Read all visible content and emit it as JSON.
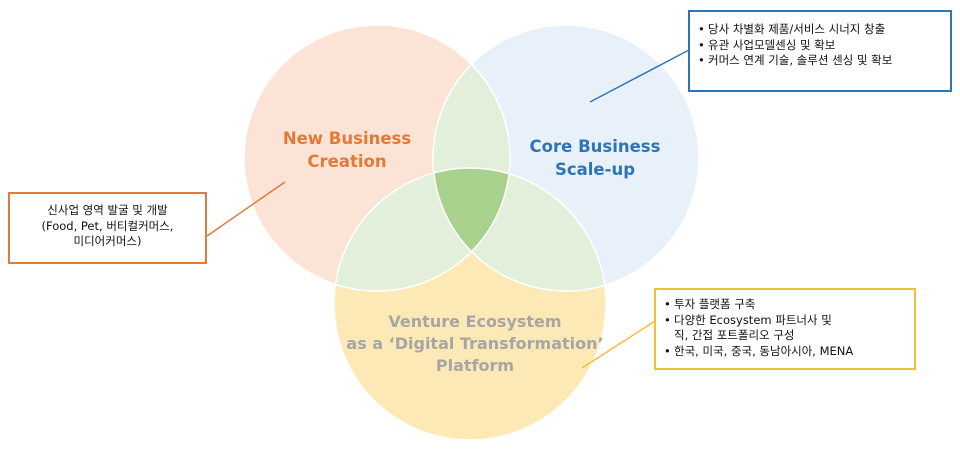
{
  "colors": {
    "new_business": "#E07B39",
    "core_business": "#2E75B6",
    "venture": "#A6A6A6",
    "venture_box": "#F2C037",
    "circle_new_fill": "#FBE3D6",
    "circle_core_fill": "#E8F1FA",
    "circle_venture_fill": "#FCE9B6",
    "overlap_fill": "#E2EFDA",
    "center_fill": "#A9D18E"
  },
  "circles": {
    "new_business": {
      "line1": "New Business",
      "line2": "Creation"
    },
    "core_business": {
      "line1": "Core Business",
      "line2": "Scale-up"
    },
    "venture": {
      "line1": "Venture Ecosystem",
      "line2": "as a ‘Digital Transformation’",
      "line3": "Platform"
    }
  },
  "callouts": {
    "core_business": {
      "items": [
        "당사 차별화 제품/서비스 시너지 창출",
        "유관 사업모델센싱 및 확보",
        "커머스 연계 기술, 솔루션 센싱 및 확보"
      ]
    },
    "new_business": {
      "lines": [
        "신사업 영역 발굴 및 개발",
        "(Food, Pet, 버티컬커머스,",
        "미디어커머스)"
      ]
    },
    "venture": {
      "items": [
        "투자 플랫폼 구축",
        "다양한 Ecosystem 파트너사 및",
        "직, 간접 포트폴리오 구성",
        "한국, 미국, 중국, 동남아시아, MENA"
      ]
    }
  }
}
